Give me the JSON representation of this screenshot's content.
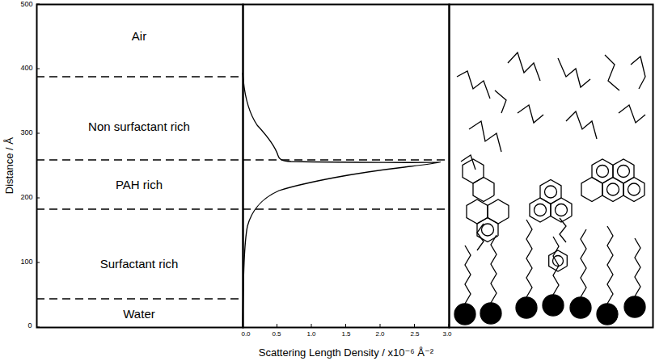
{
  "diagram": {
    "labels": [
      "Air",
      "Non surfactant rich",
      "PAH rich",
      "Surfactant rich",
      "Water",
      "Distance / Å",
      "0",
      "100",
      "200",
      "300",
      "400",
      "500",
      "0.0",
      "0.5",
      "1.0",
      "1.5",
      "2.0",
      "2.5",
      "3.0",
      "Scattering Length Density / x10⁻⁶ Å⁻²"
    ]
  }
}
